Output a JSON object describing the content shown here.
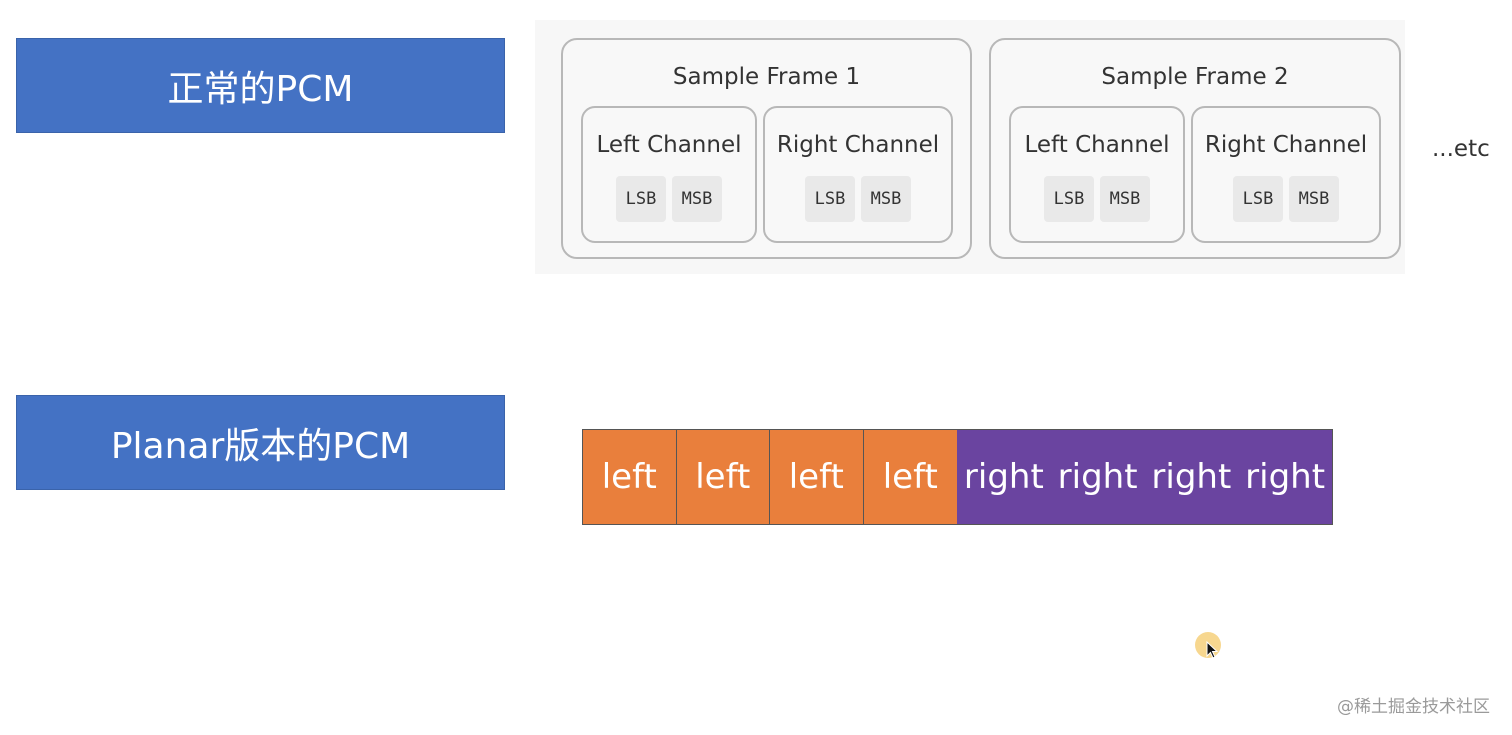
{
  "labels": {
    "normal": "正常的PCM",
    "planar": "Planar版本的PCM"
  },
  "frames": [
    {
      "title": "Sample Frame 1",
      "channels": [
        {
          "title": "Left Channel",
          "bytes": [
            "LSB",
            "MSB"
          ]
        },
        {
          "title": "Right Channel",
          "bytes": [
            "LSB",
            "MSB"
          ]
        }
      ]
    },
    {
      "title": "Sample Frame 2",
      "channels": [
        {
          "title": "Left Channel",
          "bytes": [
            "LSB",
            "MSB"
          ]
        },
        {
          "title": "Right Channel",
          "bytes": [
            "LSB",
            "MSB"
          ]
        }
      ]
    }
  ],
  "etc": "...etc",
  "planar_cells": [
    "left",
    "left",
    "left",
    "left",
    "right",
    "right",
    "right",
    "right"
  ],
  "colors": {
    "label_bg": "#4472c4",
    "left_cell": "#e97f3c",
    "right_cell": "#6a44a0"
  },
  "watermark": "@稀土掘金技术社区",
  "icons": {
    "cursor": "mouse-pointer-icon"
  }
}
